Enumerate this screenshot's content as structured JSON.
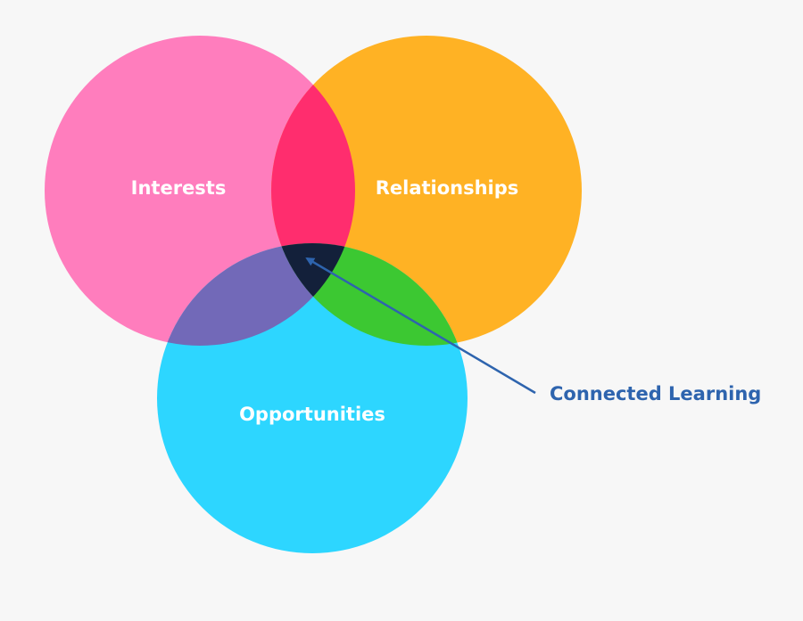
{
  "diagram": {
    "background": "#f7f7f7",
    "circles": {
      "interests": {
        "label": "Interests",
        "color": "#ff7dbd"
      },
      "relationships": {
        "label": "Relationships",
        "color": "#ffb224"
      },
      "opportunities": {
        "label": "Opportunities",
        "color": "#2dd6ff"
      }
    },
    "overlaps": {
      "interests_relationships": "#ff2d6e",
      "interests_opportunities": "#7269b8",
      "relationships_opportunities": "#3cc832",
      "center": "#13203a"
    },
    "callout": {
      "label": "Connected Learning",
      "color": "#2e64ae"
    }
  }
}
